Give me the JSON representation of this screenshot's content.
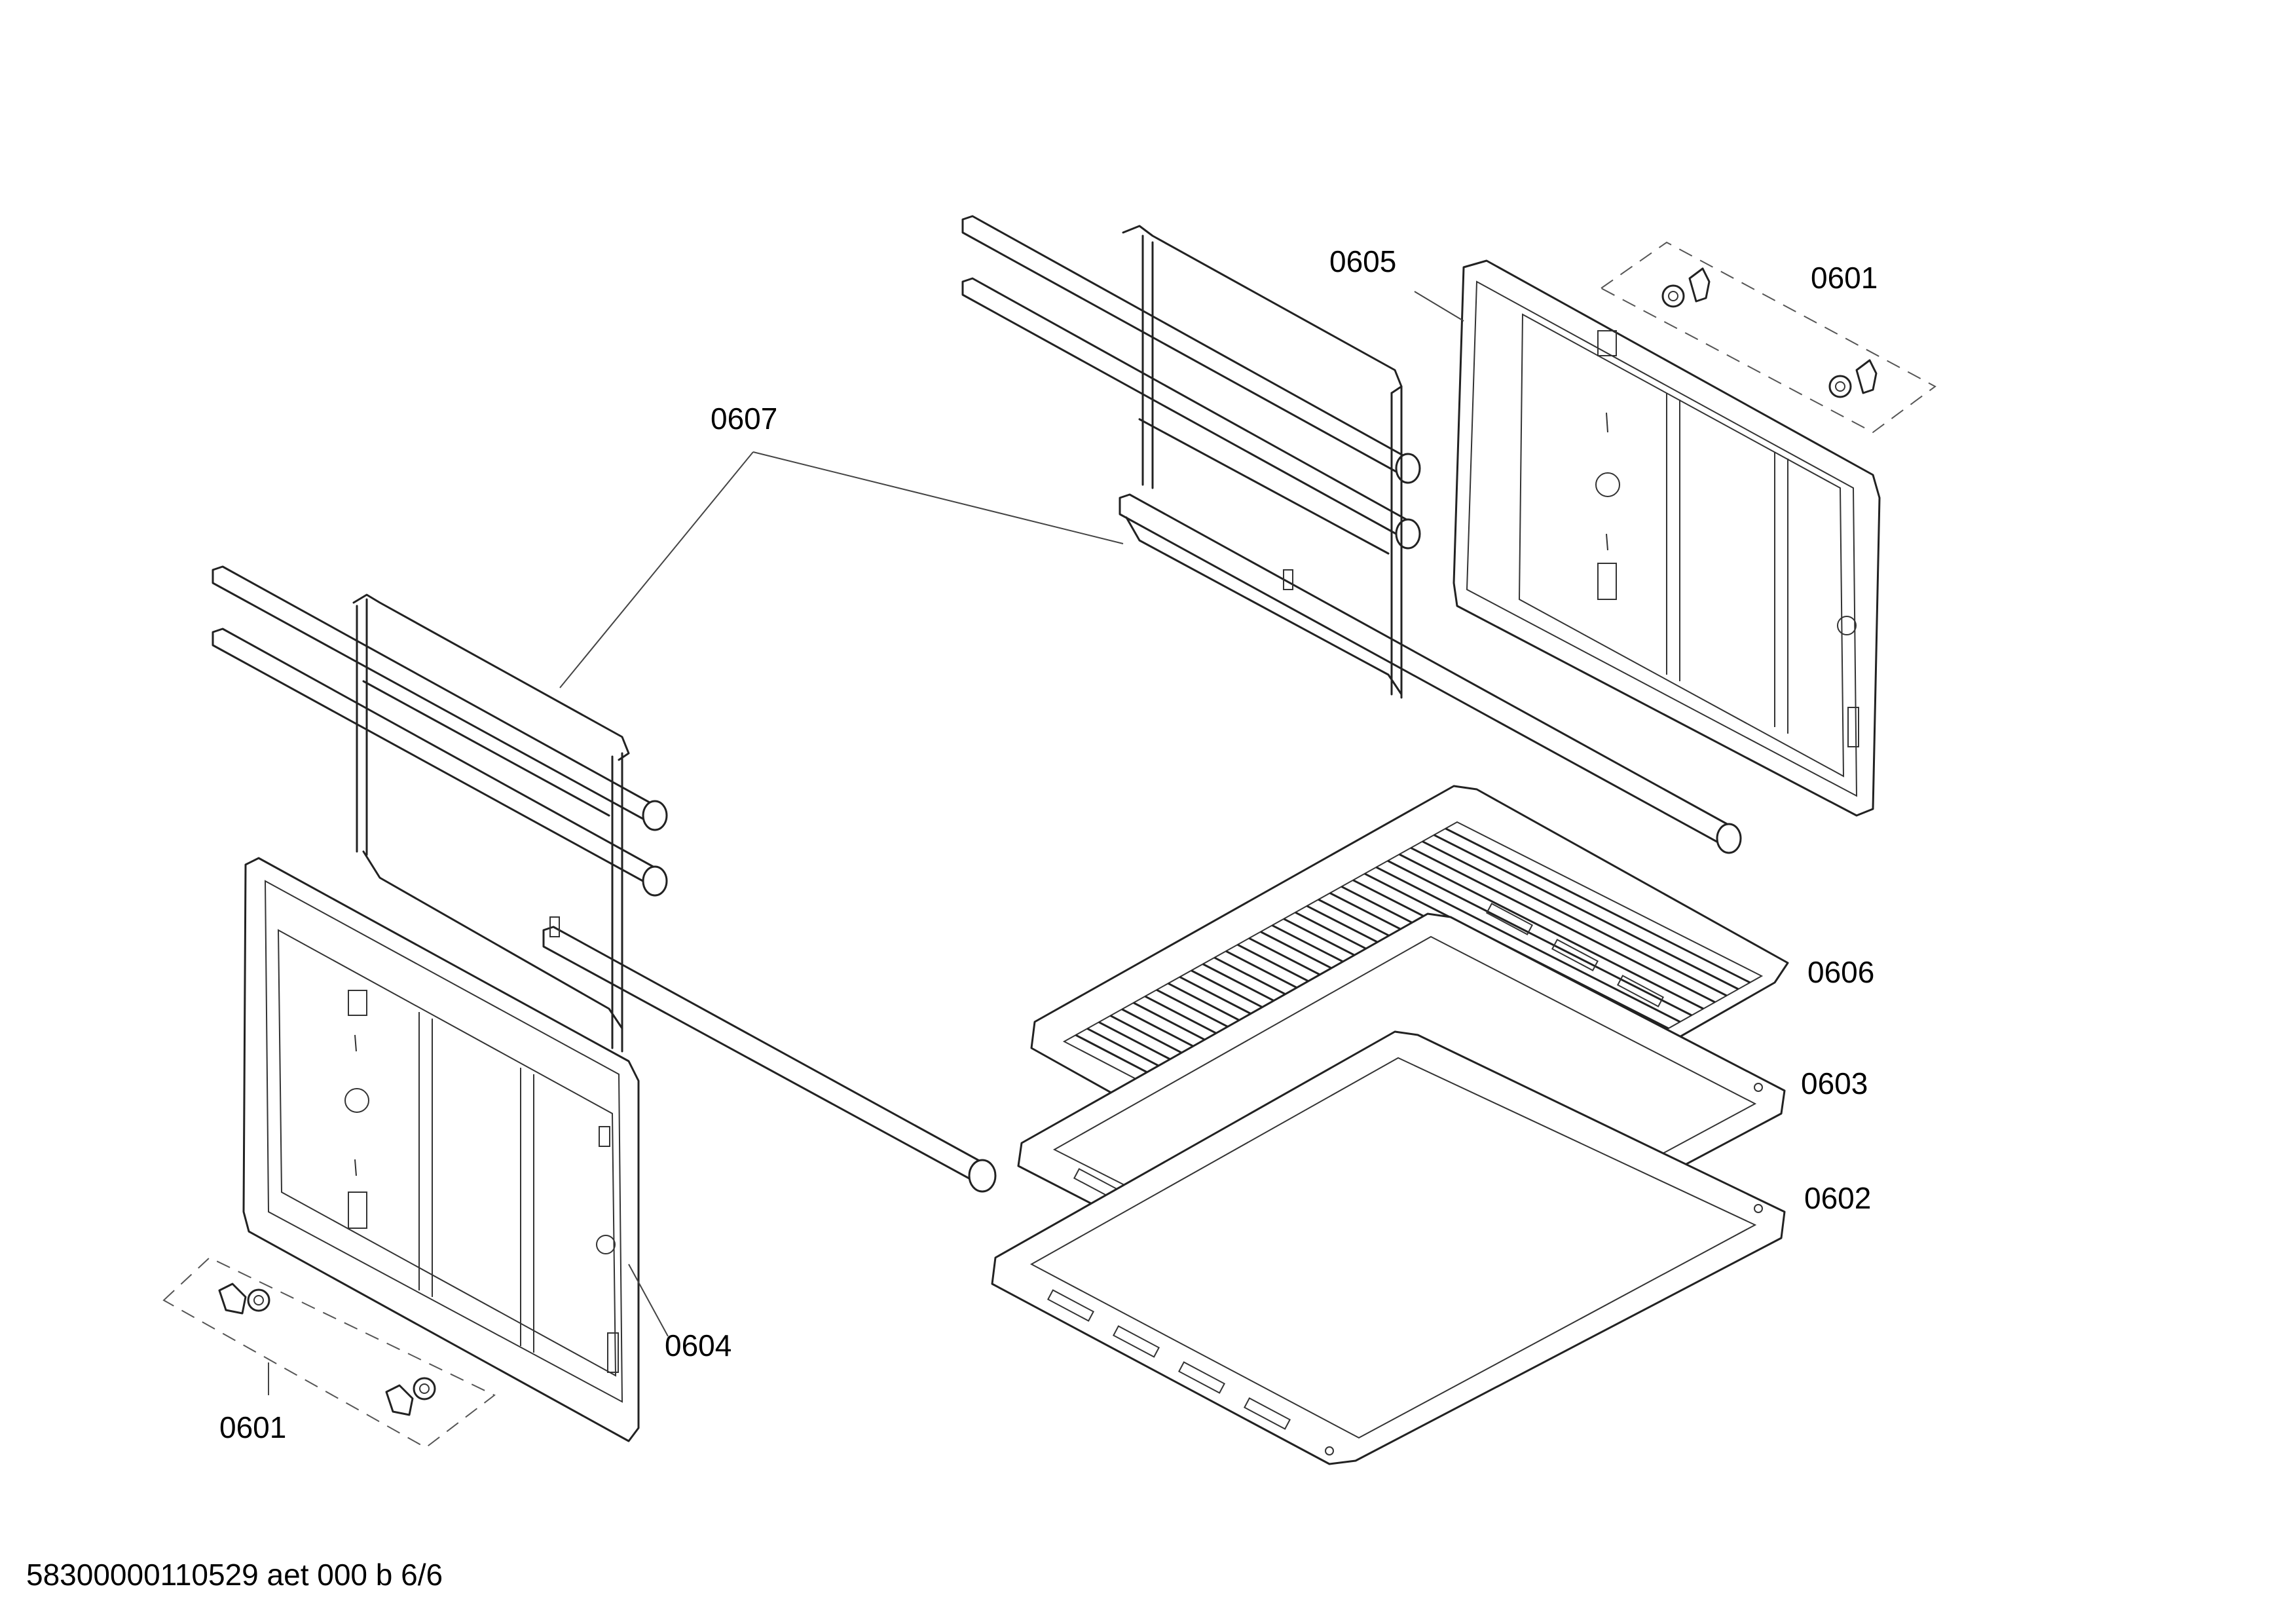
{
  "callouts": {
    "c0601_top": "0601",
    "c0605": "0605",
    "c0607": "0607",
    "c0606": "0606",
    "c0603": "0603",
    "c0602": "0602",
    "c0604": "0604",
    "c0601_bottom": "0601"
  },
  "footer": {
    "doc_id": "58300000110529 aet 000 b 6/6"
  }
}
